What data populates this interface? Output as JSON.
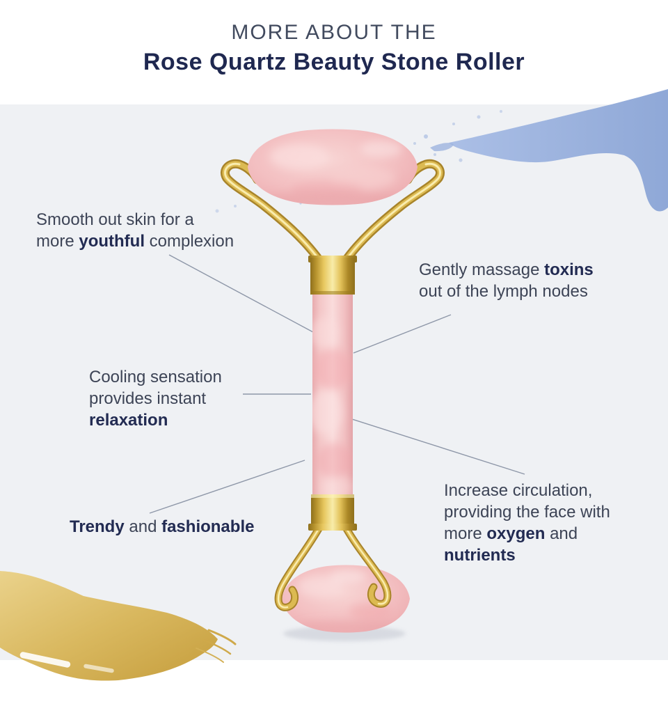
{
  "header": {
    "eyebrow": "MORE ABOUT THE",
    "title": "Rose Quartz Beauty Stone Roller"
  },
  "callouts": {
    "youthful": {
      "l1": "Smooth out skin for a",
      "l2_pre": "more",
      "l2_bold": "youthful",
      "l2_post": "complexion"
    },
    "toxins": {
      "l1_pre": "Gently massage",
      "l1_bold": "toxins",
      "l2": "out of the lymph nodes"
    },
    "relaxation": {
      "l1": "Cooling sensation",
      "l2": "provides instant",
      "l3_bold": "relaxation"
    },
    "trendy": {
      "b1": "Trendy",
      "mid": "and",
      "b2": "fashionable"
    },
    "circulation": {
      "l1": "Increase circulation,",
      "l2": "providing the face with",
      "l3_pre": "more",
      "l3_bold": "oxygen",
      "l3_post": "and",
      "l4_bold": "nutrients"
    }
  },
  "colors": {
    "title_navy": "#1f2850",
    "body_text": "#3d4456",
    "panel_gray": "#eff1f4",
    "quartz_pink": "#f3bfc1",
    "gold": "#d0ab4b",
    "brush_blue": "#9bb1dc",
    "callout_line": "#8e97a8"
  }
}
